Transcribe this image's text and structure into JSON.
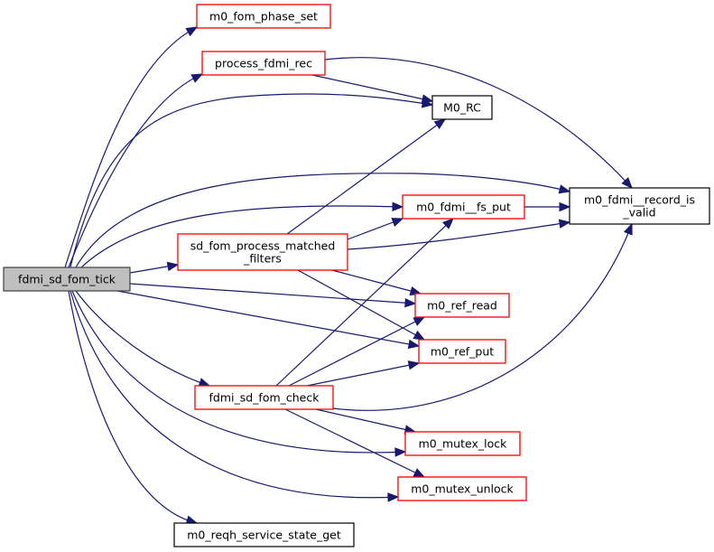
{
  "graph": {
    "type": "call-graph",
    "colors": {
      "edge": "#191970",
      "root_fill": "#bfbfbf",
      "root_border": "#404040",
      "linked_border": "#ff0000",
      "plain_border": "#000000",
      "node_fill": "#ffffff"
    },
    "nodes": [
      {
        "id": "fdmi_sd_fom_tick",
        "lines": [
          "fdmi_sd_fom_tick"
        ],
        "style": "root"
      },
      {
        "id": "m0_fom_phase_set",
        "lines": [
          "m0_fom_phase_set"
        ],
        "style": "linked"
      },
      {
        "id": "process_fdmi_rec",
        "lines": [
          "process_fdmi_rec"
        ],
        "style": "linked"
      },
      {
        "id": "M0_RC",
        "lines": [
          "M0_RC"
        ],
        "style": "plain"
      },
      {
        "id": "m0_fdmi__record_is_valid",
        "lines": [
          "m0_fdmi__record_is",
          "_valid"
        ],
        "style": "plain"
      },
      {
        "id": "m0_fdmi__fs_put",
        "lines": [
          "m0_fdmi__fs_put"
        ],
        "style": "linked"
      },
      {
        "id": "sd_fom_process_matched_filters",
        "lines": [
          "sd_fom_process_matched",
          "_filters"
        ],
        "style": "linked"
      },
      {
        "id": "m0_ref_read",
        "lines": [
          "m0_ref_read"
        ],
        "style": "linked"
      },
      {
        "id": "m0_ref_put",
        "lines": [
          "m0_ref_put"
        ],
        "style": "linked"
      },
      {
        "id": "fdmi_sd_fom_check",
        "lines": [
          "fdmi_sd_fom_check"
        ],
        "style": "linked"
      },
      {
        "id": "m0_mutex_lock",
        "lines": [
          "m0_mutex_lock"
        ],
        "style": "linked"
      },
      {
        "id": "m0_mutex_unlock",
        "lines": [
          "m0_mutex_unlock"
        ],
        "style": "linked"
      },
      {
        "id": "m0_reqh_service_state_get",
        "lines": [
          "m0_reqh_service_state_get"
        ],
        "style": "plain"
      }
    ],
    "edges": [
      {
        "from": "fdmi_sd_fom_tick",
        "to": "m0_fom_phase_set"
      },
      {
        "from": "fdmi_sd_fom_tick",
        "to": "process_fdmi_rec"
      },
      {
        "from": "fdmi_sd_fom_tick",
        "to": "M0_RC"
      },
      {
        "from": "fdmi_sd_fom_tick",
        "to": "m0_fdmi__record_is_valid"
      },
      {
        "from": "fdmi_sd_fom_tick",
        "to": "m0_fdmi__fs_put"
      },
      {
        "from": "fdmi_sd_fom_tick",
        "to": "sd_fom_process_matched_filters"
      },
      {
        "from": "fdmi_sd_fom_tick",
        "to": "m0_ref_read"
      },
      {
        "from": "fdmi_sd_fom_tick",
        "to": "m0_ref_put"
      },
      {
        "from": "fdmi_sd_fom_tick",
        "to": "fdmi_sd_fom_check"
      },
      {
        "from": "fdmi_sd_fom_tick",
        "to": "m0_mutex_lock"
      },
      {
        "from": "fdmi_sd_fom_tick",
        "to": "m0_mutex_unlock"
      },
      {
        "from": "fdmi_sd_fom_tick",
        "to": "m0_reqh_service_state_get"
      },
      {
        "from": "process_fdmi_rec",
        "to": "M0_RC"
      },
      {
        "from": "process_fdmi_rec",
        "to": "m0_fdmi__record_is_valid"
      },
      {
        "from": "m0_fdmi__fs_put",
        "to": "m0_fdmi__record_is_valid"
      },
      {
        "from": "sd_fom_process_matched_filters",
        "to": "M0_RC"
      },
      {
        "from": "sd_fom_process_matched_filters",
        "to": "m0_fdmi__fs_put"
      },
      {
        "from": "sd_fom_process_matched_filters",
        "to": "m0_fdmi__record_is_valid"
      },
      {
        "from": "sd_fom_process_matched_filters",
        "to": "m0_ref_read"
      },
      {
        "from": "sd_fom_process_matched_filters",
        "to": "m0_ref_put"
      },
      {
        "from": "fdmi_sd_fom_check",
        "to": "m0_fdmi__fs_put"
      },
      {
        "from": "fdmi_sd_fom_check",
        "to": "m0_ref_read"
      },
      {
        "from": "fdmi_sd_fom_check",
        "to": "m0_ref_put"
      },
      {
        "from": "fdmi_sd_fom_check",
        "to": "m0_fdmi__record_is_valid"
      },
      {
        "from": "fdmi_sd_fom_check",
        "to": "m0_mutex_lock"
      },
      {
        "from": "fdmi_sd_fom_check",
        "to": "m0_mutex_unlock"
      }
    ]
  }
}
